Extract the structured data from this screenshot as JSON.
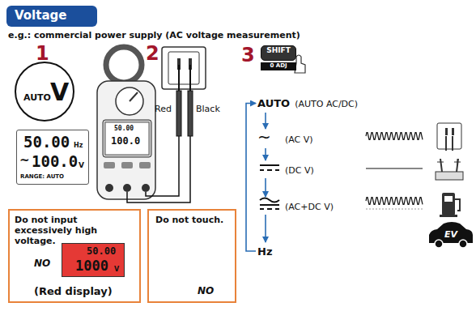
{
  "diagram": {
    "title": "Voltage",
    "nodes": [
      {
        "text": [
          "AUTO",
          "V"
        ]
      },
      {
        "text": [
          "50.00",
          "Hz",
          "~",
          "100.0",
          "V",
          "RANGE: AUTO"
        ]
      },
      {
        "text": [
          "Do not input excessively high voltage.",
          "NO",
          "(Red display)"
        ]
      },
      {
        "text": [
          "50.00",
          "1000",
          "V"
        ],
        "in": 2
      },
      {
        "text": [
          "Do not touch.",
          "NO"
        ]
      },
      {
        "text": [
          "SHIFT",
          "0 ADJ"
        ]
      },
      {
        "text": [
          "AUTO",
          "(AUTO AC/DC)"
        ]
      },
      {
        "text": [
          "~",
          "(AC V)"
        ]
      },
      {
        "text": [
          "(DC V)"
        ]
      },
      {
        "text": [
          "(AC+DC V)"
        ]
      },
      {
        "text": [
          "Hz"
        ]
      }
    ],
    "edges": [
      {
        "from": 6,
        "to": 7,
        "arrow": "to"
      },
      {
        "from": 7,
        "to": 8,
        "arrow": "to"
      },
      {
        "from": 8,
        "to": 9,
        "arrow": "to"
      },
      {
        "from": 9,
        "to": 10,
        "arrow": "to"
      },
      {
        "from": 10,
        "to": 6,
        "arrow": "to"
      }
    ],
    "labels": [
      "e.g.: commercial power supply (AC voltage measurement)",
      "1",
      "2",
      "3",
      "Red",
      "Black",
      "50.00",
      "100.0",
      "EV"
    ]
  }
}
